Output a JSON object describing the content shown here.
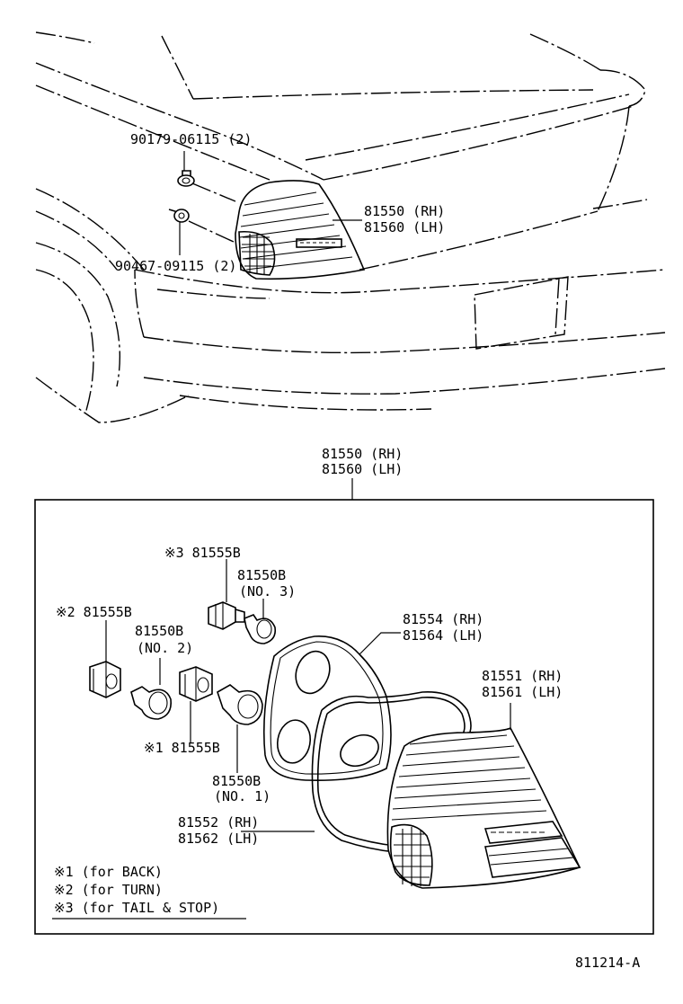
{
  "upper_labels": {
    "bolt_screw": "90179-06115 (2)",
    "clip": "90467-09115 (2)",
    "lamp_rh": "81550 (RH)",
    "lamp_lh": "81560 (LH)"
  },
  "box_header": {
    "rh": "81550 (RH)",
    "lh": "81560 (LH)"
  },
  "parts": {
    "socket_tail_stop": "※3 81555B",
    "bulb_no3_part": "81550B",
    "bulb_no3_num": "(NO. 3)",
    "socket_turn": "※2 81555B",
    "bulb_no2_part": "81550B",
    "bulb_no2_num": "(NO. 2)",
    "socket_back": "※1 81555B",
    "bulb_no1_part": "81550B",
    "bulb_no1_num": "(NO. 1)",
    "gasket_rh": "81554 (RH)",
    "gasket_lh": "81564 (LH)",
    "lens_rh": "81551 (RH)",
    "lens_lh": "81561 (LH)",
    "seal_rh": "81552 (RH)",
    "seal_lh": "81562 (LH)"
  },
  "notes": [
    "※1 (for BACK)",
    "※2 (for TURN)",
    "※3 (for TAIL & STOP)"
  ],
  "figure_id": "811214-A"
}
